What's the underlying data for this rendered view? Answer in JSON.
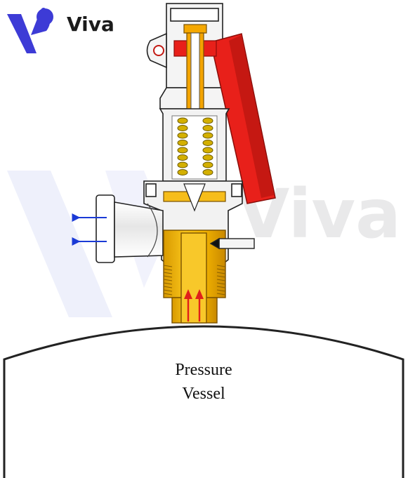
{
  "brand": {
    "name": "Viva",
    "colors": {
      "primary": "#3d3bd6",
      "text": "#1b1b1b",
      "watermark": "#eef0fb",
      "watermark_text": "#e9e9ea"
    }
  },
  "watermark": {
    "text": "Viva"
  },
  "diagram": {
    "vessel_label_line1": "Pressure",
    "vessel_label_line2": "Vessel",
    "colors": {
      "handle": "#e8201a",
      "seat_brass": "#f2b705",
      "seat_brass_dark": "#c98a00",
      "spring": "#d4b000",
      "body_fill": "#f2f2f2",
      "outline": "#222222",
      "outlet_arrow": "#1a3ad6",
      "inlet_arrow": "#e0201a"
    },
    "icons": [
      "viva-logo-icon",
      "outlet-flow-arrow-icon",
      "inlet-flow-arrow-icon"
    ]
  }
}
